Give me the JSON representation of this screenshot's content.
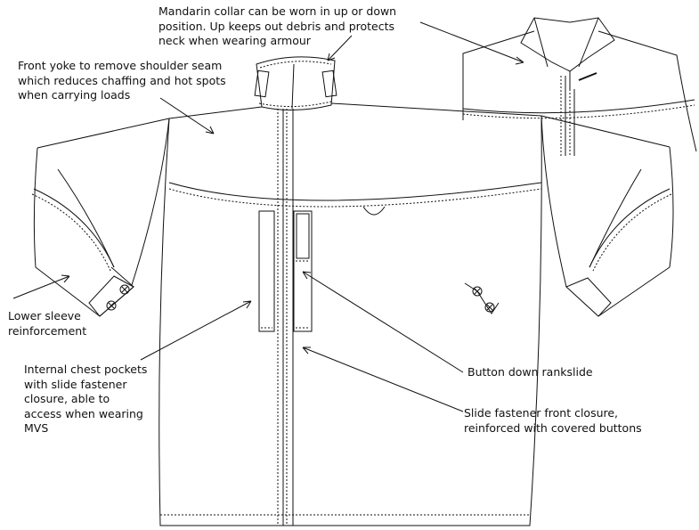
{
  "labels": {
    "collar": [
      "Mandarin collar can be worn in up or down",
      "position. Up keeps out debris and protects",
      "neck when wearing armour"
    ],
    "yoke": [
      "Front yoke to remove shoulder seam",
      "which reduces chaffing and hot spots",
      "when carrying loads"
    ],
    "sleeve": [
      "Lower sleeve",
      "reinforcement"
    ],
    "pockets": [
      "Internal chest pockets",
      "with slide fastener",
      "closure, able to",
      "access when wearing",
      "MVS"
    ],
    "rankslide": [
      "Button down rankslide"
    ],
    "closure": [
      "Slide fastener front closure,",
      "reinforced with covered buttons"
    ]
  }
}
